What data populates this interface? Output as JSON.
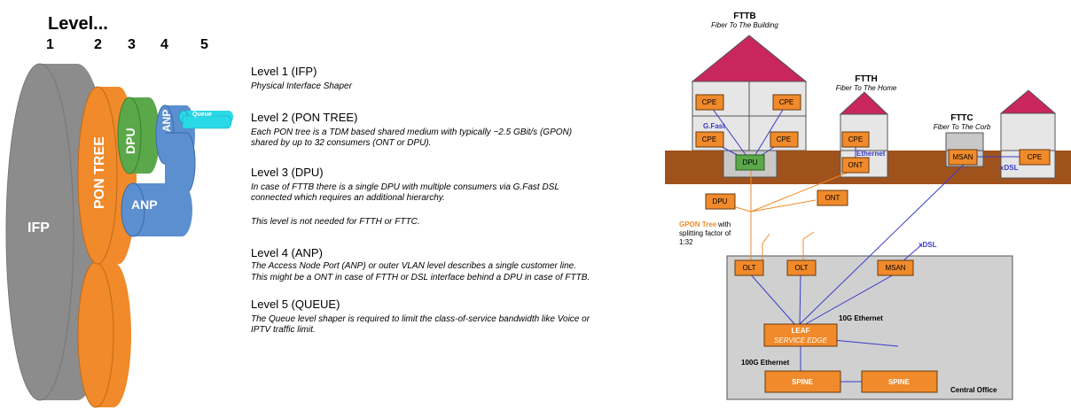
{
  "header": {
    "title": "Level...",
    "numbers": [
      "1",
      "2",
      "3",
      "4",
      "5"
    ]
  },
  "cylinders": {
    "ifp": "IFP",
    "pon_tree": "PON TREE",
    "dpu": "DPU",
    "anp_top": "ANP",
    "anp_bottom": "ANP",
    "queue": "Queue"
  },
  "levels": [
    {
      "title": "Level 1 (IFP)",
      "desc": [
        "Physical Interface Shaper"
      ]
    },
    {
      "title": "Level 2 (PON TREE)",
      "desc": [
        "Each PON tree is a TDM based shared medium with typically ~2.5 GBit/s (GPON)",
        "shared by up to 32 consumers (ONT or DPU)."
      ]
    },
    {
      "title": "Level 3 (DPU)",
      "desc": [
        "In case of FTTB there is a single DPU with multiple consumers via G.Fast DSL",
        "connected which requires an additional hierarchy.",
        "",
        "This level is not needed for FTTH or FTTC."
      ]
    },
    {
      "title": "Level 4 (ANP)",
      "desc": [
        "The Access Node Port (ANP) or outer VLAN level describes a single customer line.",
        "This might be a ONT in case of FTTH or DSL interface behind a DPU in case of FTTB."
      ]
    },
    {
      "title": "Level 5 (QUEUE)",
      "desc": [
        "The Queue level shaper is required to limit the class-of-service bandwidth like Voice or",
        "IPTV traffic limit."
      ]
    }
  ],
  "network": {
    "fttb": {
      "title": "FTTB",
      "subtitle": "Fiber To The Building"
    },
    "ftth": {
      "title": "FTTH",
      "subtitle": "Fiber To The Home"
    },
    "fttc": {
      "title": "FTTC",
      "subtitle": "Fiber To The Corb"
    },
    "cpe": "CPE",
    "dpu": "DPU",
    "ont": "ONT",
    "msan": "MSAN",
    "olt": "OLT",
    "gfast": "G.Fast",
    "ethernet": "Ethernet",
    "xdsl": "xDSL",
    "gpon_tree": "GPON Tree",
    "gpon_note": [
      "with",
      "splitting factor of",
      "1:32"
    ],
    "leaf_line1": "LEAF",
    "leaf_line2": "SERVICE EDGE",
    "spine": "SPINE",
    "eth_10g": "10G Ethernet",
    "eth_100g": "100G Ethernet",
    "central_office": "Central Office"
  },
  "colors": {
    "ifp": "#8c8c8c",
    "pon": "#f08a2a",
    "dpu": "#5aa84a",
    "anp": "#5b8fd0",
    "queue": "#2ad9e8",
    "roof": "#c8265c",
    "ground": "#a0521c",
    "house": "#e6e6e6",
    "office": "#d0d0d0",
    "node": "#f08a2a",
    "fiber": "#f08a2a",
    "copper": "#3a3ac8"
  }
}
